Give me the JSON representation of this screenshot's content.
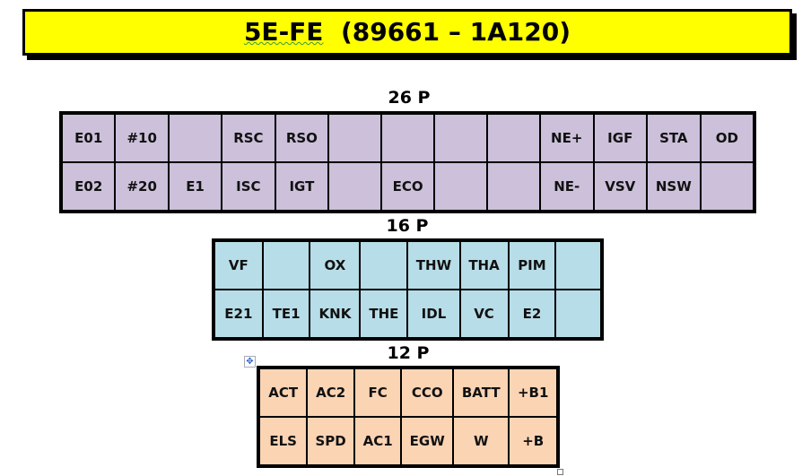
{
  "title": {
    "model": "5E-FE",
    "part": "(89661 – 1A120)"
  },
  "connectors": [
    {
      "label": "26 P",
      "rows": [
        [
          "E01",
          "#10",
          "",
          "RSC",
          "RSO",
          "",
          "",
          "",
          "",
          "NE+",
          "IGF",
          "STA",
          "OD"
        ],
        [
          "E02",
          "#20",
          "E1",
          "ISC",
          "IGT",
          "",
          "ECO",
          "",
          "",
          "NE-",
          "VSV",
          "NSW",
          ""
        ]
      ]
    },
    {
      "label": "16 P",
      "rows": [
        [
          "VF",
          "",
          "OX",
          "",
          "THW",
          "THA",
          "PIM",
          ""
        ],
        [
          "E21",
          "TE1",
          "KNK",
          "THE",
          "IDL",
          "VC",
          "E2",
          ""
        ]
      ]
    },
    {
      "label": "12 P",
      "rows": [
        [
          "ACT",
          "AC2",
          "FC",
          "CCO",
          "BATT",
          "+B1"
        ],
        [
          "ELS",
          "SPD",
          "AC1",
          "EGW",
          "W",
          "+B"
        ]
      ]
    }
  ],
  "colors": {
    "title_bg": "#ffff00",
    "c26": "#ccc0da",
    "c16": "#b7dde8",
    "c12": "#fbd4b4"
  }
}
